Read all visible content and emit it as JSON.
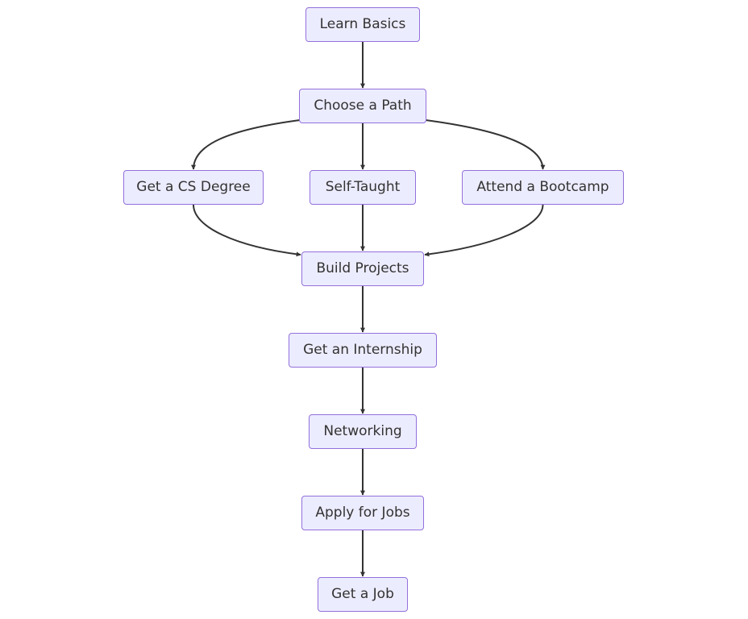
{
  "colors": {
    "node_fill": "#ececff",
    "node_border": "#9370db",
    "edge": "#333333",
    "text": "#333333"
  },
  "nodes": {
    "learn_basics": "Learn Basics",
    "choose_path": "Choose a Path",
    "cs_degree": "Get a CS Degree",
    "self_taught": "Self-Taught",
    "bootcamp": "Attend a Bootcamp",
    "build_projects": "Build Projects",
    "internship": "Get an Internship",
    "networking": "Networking",
    "apply_jobs": "Apply for Jobs",
    "get_job": "Get a Job"
  },
  "edges": [
    {
      "from": "learn_basics",
      "to": "choose_path"
    },
    {
      "from": "choose_path",
      "to": "cs_degree"
    },
    {
      "from": "choose_path",
      "to": "self_taught"
    },
    {
      "from": "choose_path",
      "to": "bootcamp"
    },
    {
      "from": "cs_degree",
      "to": "build_projects"
    },
    {
      "from": "self_taught",
      "to": "build_projects"
    },
    {
      "from": "bootcamp",
      "to": "build_projects"
    },
    {
      "from": "build_projects",
      "to": "internship"
    },
    {
      "from": "internship",
      "to": "networking"
    },
    {
      "from": "networking",
      "to": "apply_jobs"
    },
    {
      "from": "apply_jobs",
      "to": "get_job"
    }
  ]
}
